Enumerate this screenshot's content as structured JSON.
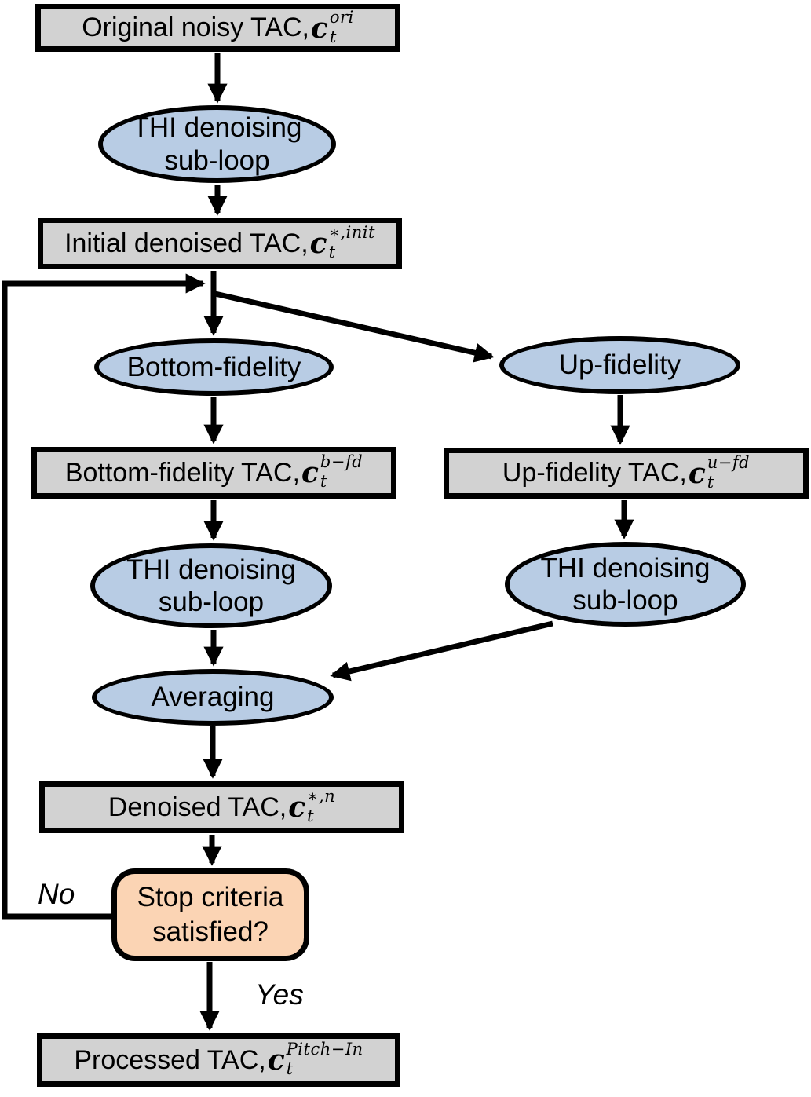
{
  "diagram": {
    "nodes": {
      "original": {
        "text": "Original noisy TAC, ",
        "var": "c",
        "sub": "t",
        "sup": "ori"
      },
      "thi_top": {
        "line1": "THI denoising",
        "line2": "sub-loop"
      },
      "initial": {
        "text": "Initial denoised TAC,",
        "var": "c",
        "sub": "t",
        "sup": "∗,init"
      },
      "bottom_fidelity": {
        "label": "Bottom-fidelity"
      },
      "up_fidelity": {
        "label": "Up-fidelity"
      },
      "bottom_tac": {
        "text": "Bottom-fidelity TAC,",
        "var": "c",
        "sub": "t",
        "sup": "b−fd"
      },
      "up_tac": {
        "text": "Up-fidelity TAC,",
        "var": "c",
        "sub": "t",
        "sup": "u−fd"
      },
      "thi_left": {
        "line1": "THI denoising",
        "line2": "sub-loop"
      },
      "thi_right": {
        "line1": "THI denoising",
        "line2": "sub-loop"
      },
      "averaging": {
        "label": "Averaging"
      },
      "denoised": {
        "text": "Denoised TAC,",
        "var": "c",
        "sub": "t",
        "sup": "∗,n"
      },
      "stop": {
        "line1": "Stop criteria",
        "line2": "satisfied?"
      },
      "processed": {
        "text": "Processed TAC,",
        "var": "c",
        "sub": "t",
        "sup": "Pitch−In"
      }
    },
    "edge_labels": {
      "no": "No",
      "yes": "Yes"
    },
    "colors": {
      "box_fill": "#d2d2d2",
      "ellipse_fill": "#b8cce4",
      "stop_fill": "#fbd4b4",
      "stroke": "#000000"
    }
  }
}
